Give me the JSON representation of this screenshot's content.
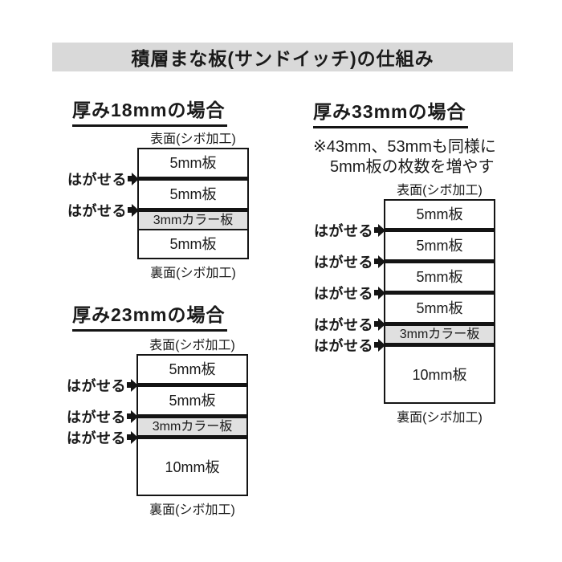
{
  "title": "積層まな板(サンドイッチ)の仕組み",
  "colors": {
    "title_bar_bg": "#d9d9d9",
    "color_board_bg": "#e0e0e0",
    "line": "#141414"
  },
  "sections": [
    {
      "heading": "厚み18mmの場合",
      "notes": [],
      "surface_label": "表面(シボ加工)",
      "back_label": "裏面(シボ加工)",
      "peel_label": "はがせる",
      "total_mm": 18,
      "layers": [
        {
          "label": "5mm板",
          "mm": 5,
          "peel": false,
          "color_board": false
        },
        {
          "label": "5mm板",
          "mm": 5,
          "peel": true,
          "color_board": false
        },
        {
          "label": "3mmカラー板",
          "mm": 3,
          "peel": true,
          "color_board": true
        },
        {
          "label": "5mm板",
          "mm": 5,
          "peel": false,
          "color_board": false
        }
      ]
    },
    {
      "heading": "厚み23mmの場合",
      "notes": [],
      "surface_label": "表面(シボ加工)",
      "back_label": "裏面(シボ加工)",
      "peel_label": "はがせる",
      "total_mm": 23,
      "layers": [
        {
          "label": "5mm板",
          "mm": 5,
          "peel": false,
          "color_board": false
        },
        {
          "label": "5mm板",
          "mm": 5,
          "peel": true,
          "color_board": false
        },
        {
          "label": "3mmカラー板",
          "mm": 3,
          "peel": true,
          "color_board": true
        },
        {
          "label": "10mm板",
          "mm": 10,
          "peel": true,
          "color_board": false
        }
      ]
    },
    {
      "heading": "厚み33mmの場合",
      "notes": [
        "※43mm、53mmも同様に",
        "5mm板の枚数を増やす"
      ],
      "surface_label": "表面(シボ加工)",
      "back_label": "裏面(シボ加工)",
      "peel_label": "はがせる",
      "total_mm": 33,
      "layers": [
        {
          "label": "5mm板",
          "mm": 5,
          "peel": false,
          "color_board": false
        },
        {
          "label": "5mm板",
          "mm": 5,
          "peel": true,
          "color_board": false
        },
        {
          "label": "5mm板",
          "mm": 5,
          "peel": true,
          "color_board": false
        },
        {
          "label": "5mm板",
          "mm": 5,
          "peel": true,
          "color_board": false
        },
        {
          "label": "3mmカラー板",
          "mm": 3,
          "peel": true,
          "color_board": true
        },
        {
          "label": "10mm板",
          "mm": 10,
          "peel": true,
          "color_board": false
        }
      ]
    }
  ]
}
